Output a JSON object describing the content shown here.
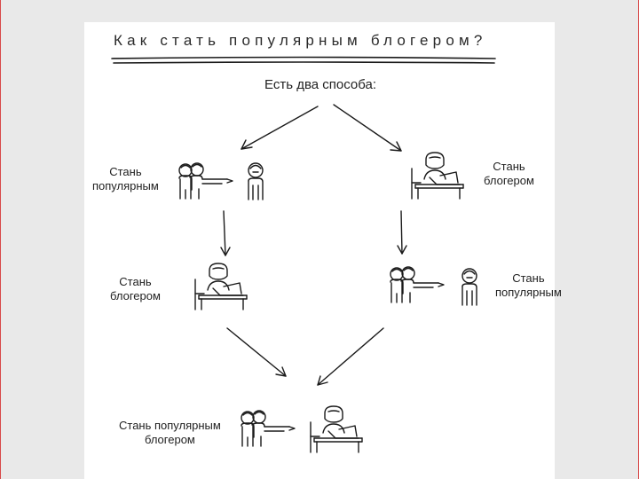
{
  "title": "Как стать популярным блогером?",
  "subtitle": "Есть два способа:",
  "labels": {
    "left_1": [
      "Стань",
      "популярным"
    ],
    "left_2": [
      "Стань",
      "блогером"
    ],
    "right_1": [
      "Стань",
      "блогером"
    ],
    "right_2": [
      "Стань",
      "популярным"
    ],
    "bottom": [
      "Стань популярным",
      "блогером"
    ]
  },
  "colors": {
    "frame": "#d84a4a",
    "ink": "#1a1a1a",
    "paper": "#ffffff",
    "background": "#e9e9e9"
  },
  "icons": [
    "pointing-crowd-icon",
    "person-icon",
    "blogger-at-laptop-icon",
    "arrow-icon"
  ]
}
